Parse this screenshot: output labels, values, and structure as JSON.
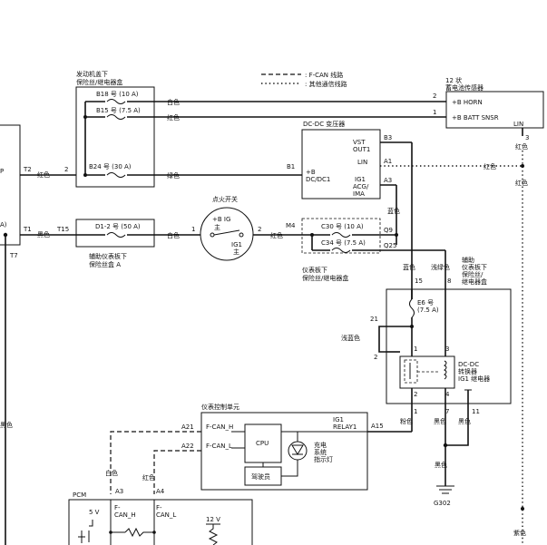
{
  "legend": {
    "fcan": ": F-CAN 线路",
    "other": ": 其他通信线路"
  },
  "colors": {
    "red": "红色",
    "white": "白色",
    "green": "绿色",
    "black": "黑色",
    "black_short": "黑色",
    "blue": "蓝色",
    "light_green": "浅绿色",
    "light_blue": "浅蓝色",
    "pink": "粉色",
    "purple": "紫色"
  },
  "left_unit": {
    "mark1": "P",
    "mark2": "A)"
  },
  "pins": {
    "t1": "T1",
    "t2": "T2",
    "t7": "T7",
    "t15": "T15",
    "p1": "1",
    "p2": "2",
    "p3": "3",
    "p4": "4",
    "p7": "7",
    "p8": "8",
    "p11": "11",
    "p15": "15",
    "p21": "21",
    "b1": "B1",
    "b3": "B3",
    "a1": "A1",
    "a3": "A3",
    "a4": "A4",
    "a15": "A15",
    "a21": "A21",
    "a22": "A22",
    "m4": "M4",
    "q9": "Q9",
    "q25": "Q25"
  },
  "underhood_box": {
    "title1": "发动机盖下",
    "title2": "保险丝/继电器盒",
    "fuse_b18": "B18 号 (10 A)",
    "fuse_b15": "B15 号 (7.5 A)",
    "fuse_b24": "B24 号 (30 A)"
  },
  "battery_sensor": {
    "pins": "12 状",
    "title": "蓄电池传感器",
    "horn": "+B HORN",
    "batt": "+B BATT SNSR",
    "lin": "LIN"
  },
  "dcdc": {
    "title": "DC-DC 变压器",
    "vst": "VST",
    "out1": "OUT1",
    "lin": "LIN",
    "plusb": "+B",
    "dcdc1": "DC/DC1",
    "ig1": "IG1",
    "acg": "ACG/",
    "ima": "IMA"
  },
  "aux_fuse_a": {
    "fuse": "D1-2 号 (50 A)",
    "title1": "辅助仪表板下",
    "title2": "保险丝盒 A"
  },
  "ignition": {
    "title": "点火开关",
    "plusb": "+B IG",
    "main": "主",
    "ig1": "IG1"
  },
  "dash_box": {
    "fuse_c30": "C30 号 (10 A)",
    "fuse_c34": "C34 号 (7.5 A)",
    "title1": "仪表板下",
    "title2": "保险丝/继电器盒"
  },
  "aux_box": {
    "title1": "辅助",
    "title2": "仪表板下",
    "title3": "保险丝/",
    "title4": "继电器盒",
    "fuse_e6_1": "E6 号",
    "fuse_e6_2": "(7.5 A)",
    "relay1": "DC-DC",
    "relay2": "转换器",
    "relay3": "IG1 继电器"
  },
  "ground": {
    "label": "G302"
  },
  "ipcu": {
    "title": "仪表控制单元",
    "ig1": "IG1",
    "relay1": "RELAY1",
    "fcan_h": "F-CAN_H",
    "fcan_l": "F-CAN_L",
    "cpu": "CPU",
    "driver": "驾驶员",
    "lamp1": "充电",
    "lamp2": "系统",
    "lamp3": "指示灯"
  },
  "pcm": {
    "title": "PCM",
    "v5": "5 V",
    "v12": "12 V",
    "f_dash": "F-",
    "can_h": "CAN_H",
    "can_l": "CAN_L"
  }
}
